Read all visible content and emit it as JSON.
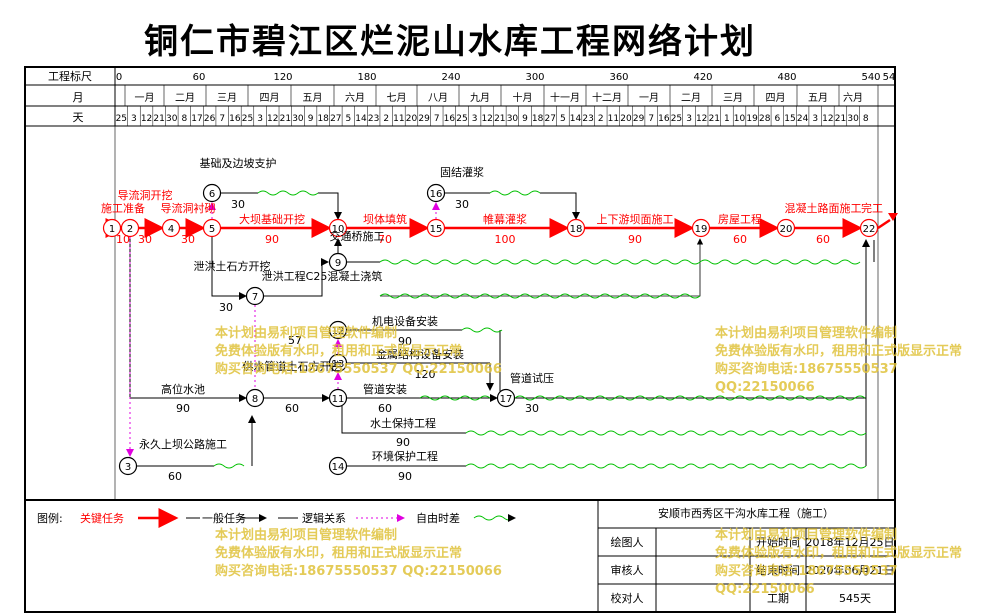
{
  "title": "铜仁市碧江区烂泥山水库工程网络计划",
  "header": {
    "scale_label": "工程标尺",
    "month_label": "月",
    "day_label": "天",
    "scale_ticks": [
      "0",
      "60",
      "120",
      "180",
      "240",
      "300",
      "360",
      "420",
      "480",
      "540",
      "54"
    ],
    "months": [
      "一月",
      "二月",
      "三月",
      "四月",
      "五月",
      "六月",
      "七月",
      "八月",
      "九月",
      "十月",
      "十一月",
      "十二月",
      "一月",
      "二月",
      "三月",
      "四月",
      "五月",
      "六月"
    ],
    "days": [
      "25",
      "3",
      "12",
      "21",
      "30",
      "8",
      "17",
      "26",
      "7",
      "16",
      "25",
      "3",
      "12",
      "21",
      "30",
      "9",
      "18",
      "27",
      "5",
      "14",
      "23",
      "2",
      "11",
      "20",
      "29",
      "7",
      "16",
      "25",
      "3",
      "12",
      "21",
      "30",
      "9",
      "18",
      "27",
      "5",
      "14",
      "23",
      "2",
      "11",
      "20",
      "29",
      "7",
      "16",
      "25",
      "3",
      "12",
      "21",
      "1",
      "10",
      "19",
      "28",
      "6",
      "15",
      "24",
      "3",
      "12",
      "21",
      "30",
      "8"
    ]
  },
  "nodes": [
    "1",
    "2",
    "3",
    "4",
    "5",
    "6",
    "7",
    "8",
    "9",
    "10",
    "11",
    "12",
    "13",
    "14",
    "15",
    "16",
    "17",
    "18",
    "19",
    "20",
    "22"
  ],
  "tasks": [
    {
      "name": "施工准备",
      "duration": "10",
      "critical": true
    },
    {
      "name": "导流洞开挖",
      "duration": "30",
      "critical": true
    },
    {
      "name": "导流洞衬砌",
      "duration": "30",
      "critical": true
    },
    {
      "name": "大坝基础开挖",
      "duration": "90",
      "critical": true
    },
    {
      "name": "坝体填筑",
      "duration": "70",
      "critical": true
    },
    {
      "name": "帷幕灌浆",
      "duration": "100",
      "critical": true
    },
    {
      "name": "上下游坝面施工",
      "duration": "90",
      "critical": true
    },
    {
      "name": "房屋工程",
      "duration": "60",
      "critical": true
    },
    {
      "name": "混凝土路面施工",
      "duration": "60",
      "critical": true
    },
    {
      "name": "完工",
      "duration": "",
      "critical": true
    },
    {
      "name": "基础及边坡支护",
      "duration": "30",
      "critical": false
    },
    {
      "name": "固结灌浆",
      "duration": "30",
      "critical": false
    },
    {
      "name": "交通桥施工",
      "duration": "",
      "critical": false
    },
    {
      "name": "泄洪工程C25混凝土浇筑",
      "duration": "57",
      "critical": false
    },
    {
      "name": "泄洪土石方开挖",
      "duration": "30",
      "critical": false
    },
    {
      "name": "机电设备安装",
      "duration": "90",
      "critical": false
    },
    {
      "name": "金属结构设备安装",
      "duration": "120",
      "critical": false
    },
    {
      "name": "供水管道土石方开挖",
      "duration": "60",
      "critical": false
    },
    {
      "name": "高位水池",
      "duration": "90",
      "critical": false
    },
    {
      "name": "管道安装",
      "duration": "60",
      "critical": false
    },
    {
      "name": "管道试压",
      "duration": "30",
      "critical": false
    },
    {
      "name": "水土保持工程",
      "duration": "90",
      "critical": false
    },
    {
      "name": "永久上坝公路施工",
      "duration": "60",
      "critical": false
    },
    {
      "name": "环境保护工程",
      "duration": "90",
      "critical": false
    }
  ],
  "legend": {
    "label": "图例:",
    "critical": "关键任务",
    "normal": "一般任务",
    "logic": "逻辑关系",
    "float": "自由时差",
    "critical_color": "#ff0000",
    "logic_color": "#e000e0",
    "float_color": "#00c000"
  },
  "info": {
    "project": "安顺市西秀区干沟水库工程（施工）",
    "drawer": "绘图人",
    "reviewer": "审核人",
    "checker": "校对人",
    "start_label": "开始时间",
    "start_value": "2018年12月25日",
    "end_label": "结束时间",
    "end_value": "2020年06月21日",
    "period_label": "工期",
    "period_value": "545天"
  },
  "watermark": {
    "line1": "本计划由易利项目管理软件编制",
    "line2": "免费体验版有水印，租用和正式版显示正常",
    "line3": "购买咨询电话:18675550537 QQ:22150066"
  }
}
